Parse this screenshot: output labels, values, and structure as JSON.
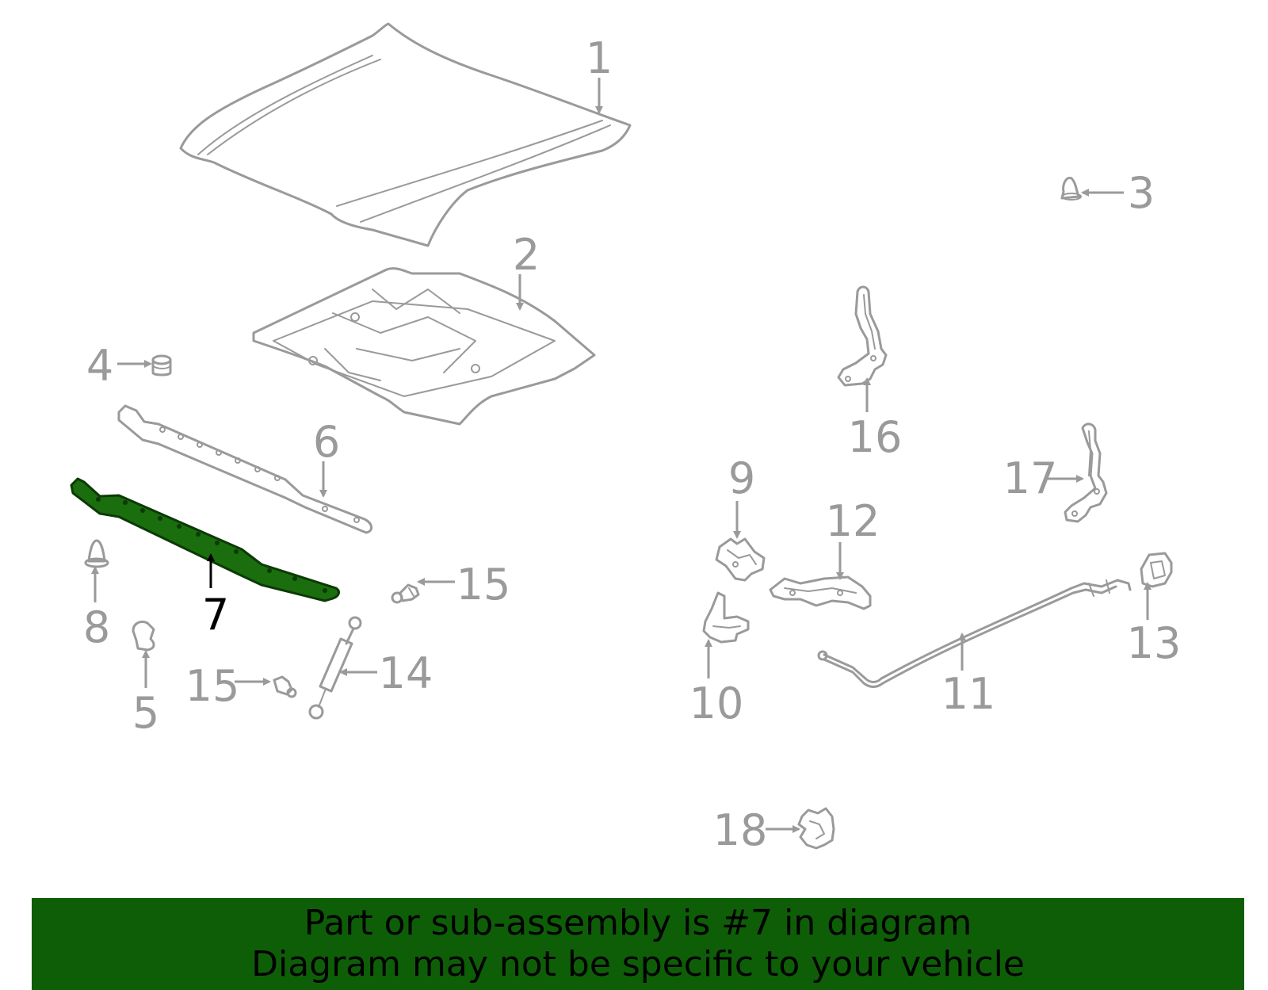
{
  "callouts": {
    "c1": "1",
    "c2": "2",
    "c3": "3",
    "c4": "4",
    "c5": "5",
    "c6": "6",
    "c7": "7",
    "c8": "8",
    "c9": "9",
    "c10": "10",
    "c11": "11",
    "c12": "12",
    "c13": "13",
    "c14": "14",
    "c15a": "15",
    "c15b": "15",
    "c16": "16",
    "c17": "17",
    "c18": "18"
  },
  "highlighted_part": "7",
  "banner": {
    "line1": "Part or sub-assembly is #7 in diagram",
    "line2": "Diagram may not be specific to your vehicle"
  },
  "colors": {
    "line_art": "#9a9a9a",
    "highlight_fill": "#1a6e0e",
    "banner_background": "#0e5e08",
    "banner_text": "#000000"
  }
}
